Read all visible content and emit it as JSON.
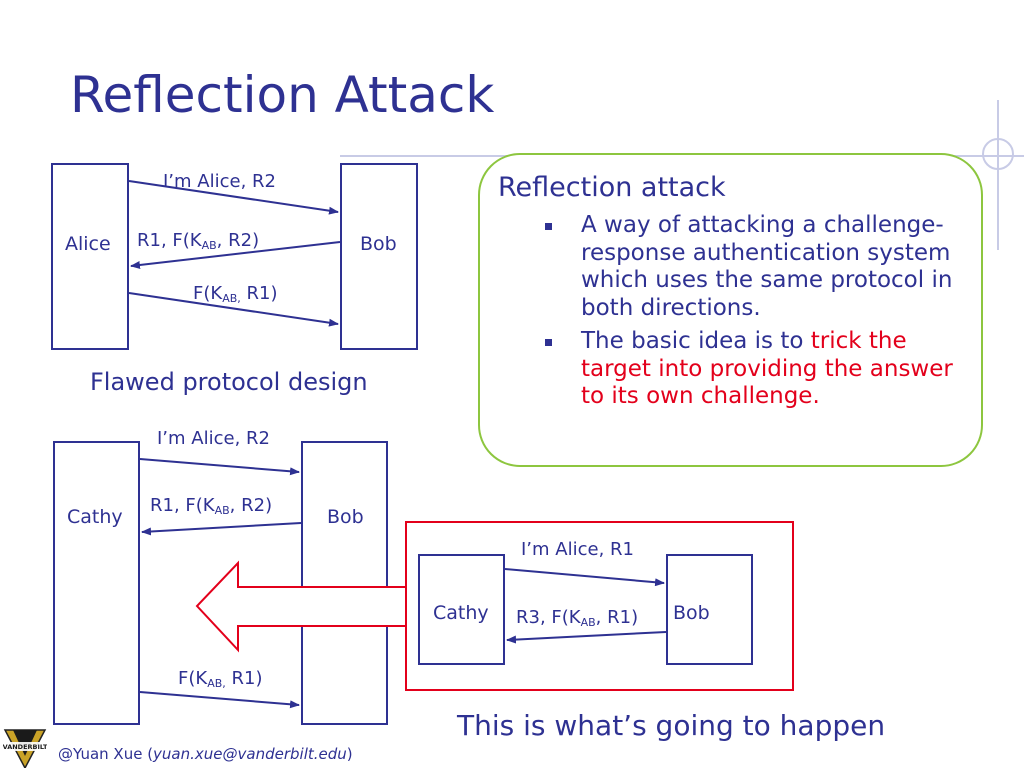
{
  "title": "Reflection Attack",
  "diagram1": {
    "left_box": "Alice",
    "right_box": "Bob",
    "msg1": "I’m Alice, R2",
    "msg2_prefix": "R1, F(K",
    "msg2_sub": "AB",
    "msg2_suffix": ", R2)",
    "msg3_prefix": "F(K",
    "msg3_sub": "AB,",
    "msg3_suffix": " R1)",
    "caption": "Flawed protocol design"
  },
  "callout": {
    "heading": "Reflection attack",
    "bullets": [
      {
        "text": "A way of attacking a challenge-response authentication system which uses the same protocol in both directions."
      },
      {
        "text": "The basic idea is to ",
        "highlight": "trick the target into providing the answer to its own challenge."
      }
    ]
  },
  "diagram2": {
    "left_box": "Cathy",
    "right_box": "Bob",
    "msg1": "I’m Alice, R2",
    "msg2_prefix": "R1, F(K",
    "msg2_sub": "AB",
    "msg2_suffix": ", R2)",
    "msg3_prefix": "F(K",
    "msg3_sub": "AB,",
    "msg3_suffix": " R1)"
  },
  "diagram3": {
    "left_box": "Cathy",
    "right_box": "Bob",
    "msg1": "I’m Alice, R1",
    "msg2_prefix": "R3, F(K",
    "msg2_sub": "AB",
    "msg2_suffix": ", R1)"
  },
  "caption2": "This is what’s going to happen",
  "footer": {
    "author": "@Yuan Xue (",
    "email": "yuan.xue@vanderbilt.edu",
    "close": ")"
  },
  "logo_text": "VANDERBILT",
  "colors": {
    "primary": "#2e3192",
    "accent_red": "#e3001b",
    "callout_border": "#8dc63f"
  }
}
